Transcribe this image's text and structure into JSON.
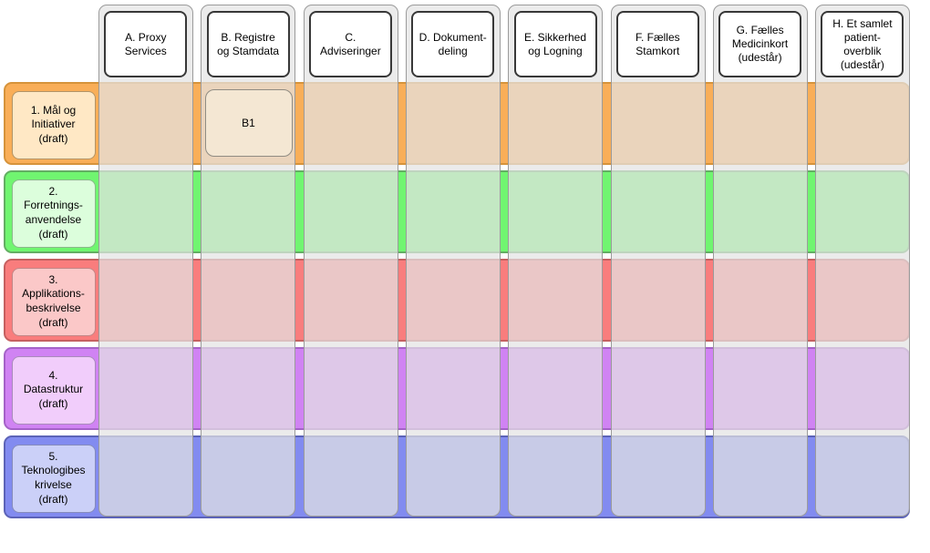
{
  "diagram": {
    "type": "matrix-grid",
    "description_colors": {
      "lane_fill": "#E7E7E7",
      "lane_border": "#9B9B9B",
      "header_fill": "#FFFFFF",
      "header_border": "#383838",
      "text_color": "#000000"
    }
  },
  "columns": [
    {
      "id": "A",
      "label": "A. Proxy\nServices"
    },
    {
      "id": "B",
      "label": "B. Registre\nog Stamdata"
    },
    {
      "id": "C",
      "label": "C.\nAdviseringer"
    },
    {
      "id": "D",
      "label": "D. Dokument-\ndeling"
    },
    {
      "id": "E",
      "label": "E. Sikkerhed\nog Logning"
    },
    {
      "id": "F",
      "label": "F. Fælles\nStamkort"
    },
    {
      "id": "G",
      "label": "G. Fælles\nMedicinkort\n(udestår)"
    },
    {
      "id": "H",
      "label": "H. Et samlet\npatient-\noverblik\n(udestår)"
    }
  ],
  "rows": [
    {
      "id": "1",
      "label": "1. Mål og\nInitiativer\n(draft)",
      "band_fill": "#F9AE58",
      "band_border": "#D6933B",
      "label_fill": "#FFE8C5",
      "label_border": "#B29467"
    },
    {
      "id": "2",
      "label": "2.\nForretnings-\nanvendelse\n(draft)",
      "band_fill": "#70F570",
      "band_border": "#63AE63",
      "label_fill": "#DCFEDC",
      "label_border": "#8BB88B"
    },
    {
      "id": "3",
      "label": "3.\nApplikations-\nbeskrivelse\n(draft)",
      "band_fill": "#F97D7D",
      "band_border": "#C66060",
      "label_fill": "#FBC8C8",
      "label_border": "#C28686"
    },
    {
      "id": "4",
      "label": "4.\nDatastruktur\n(draft)",
      "band_fill": "#D083F3",
      "band_border": "#A562C8",
      "label_fill": "#F1CDFB",
      "label_border": "#A98BBB"
    },
    {
      "id": "5",
      "label": "5.\nTeknologibes\nkrivelse\n(draft)",
      "band_fill": "#828BF0",
      "band_border": "#5C63B8",
      "label_fill": "#CBD0F8",
      "label_border": "#858BBB"
    }
  ],
  "cells": [
    {
      "id": "B1",
      "label": "B1",
      "row": "1",
      "column": "B",
      "fill": "#F4E7D3",
      "border": "#908C83"
    }
  ]
}
